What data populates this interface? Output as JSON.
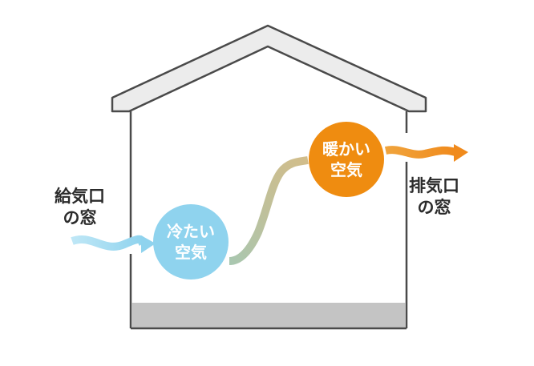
{
  "labels": {
    "supply_window": [
      "給気口",
      "の窓"
    ],
    "exhaust_window": [
      "排気口",
      "の窓"
    ]
  },
  "bubbles": {
    "cold_air": [
      "冷たい",
      "空気"
    ],
    "warm_air": [
      "暖かい",
      "空気"
    ]
  },
  "colors": {
    "house_outline": "#4a4a4a",
    "roof_fill": "#ececec",
    "floor_fill": "#c4c4c4",
    "cold": "#8fd3ee",
    "cool_transition": "#b9c7a6",
    "warm": "#ef8c10"
  }
}
